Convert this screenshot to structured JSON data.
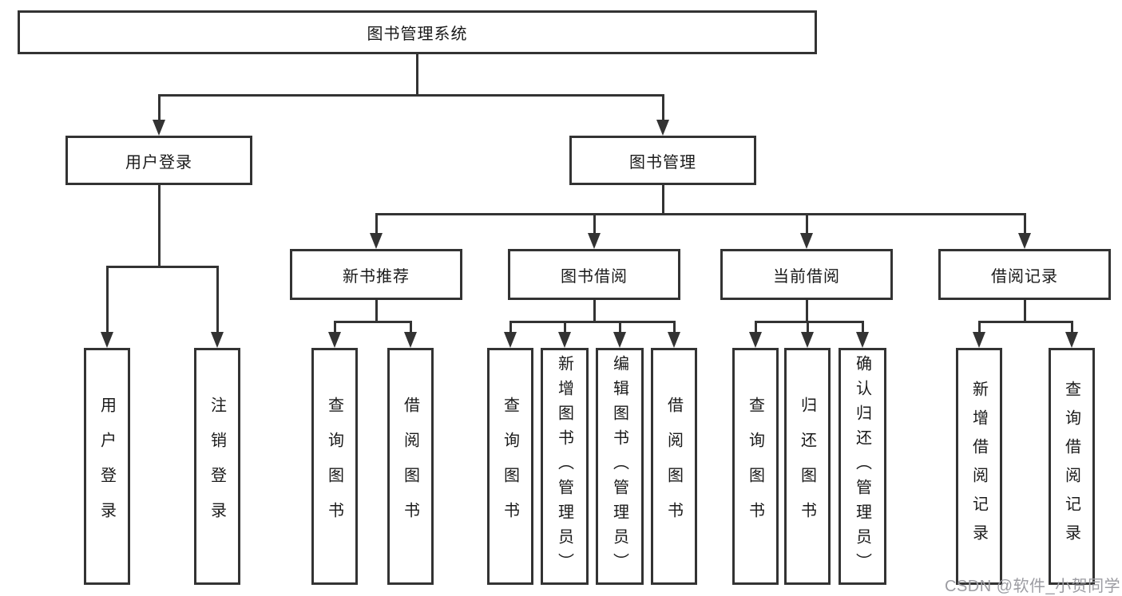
{
  "colors": {
    "line": "#333333",
    "box_border": "#333333",
    "box_fill": "#ffffff",
    "label_text": "#1a1a1a",
    "watermark_text": "#9c9ca2",
    "background": "#ffffff"
  },
  "watermark": {
    "text": "CSDN @软件_小贺同学"
  },
  "tree": {
    "root": {
      "label": "图书管理系统"
    },
    "children": [
      {
        "label": "用户登录",
        "children": [
          {
            "label": "用户登录"
          },
          {
            "label": "注销登录"
          }
        ]
      },
      {
        "label": "图书管理",
        "children": [
          {
            "label": "新书推荐",
            "children": [
              {
                "label": "查询图书"
              },
              {
                "label": "借阅图书"
              }
            ]
          },
          {
            "label": "图书借阅",
            "children": [
              {
                "label": "查询图书"
              },
              {
                "label": "新增图书（管理员）"
              },
              {
                "label": "编辑图书（管理员）"
              },
              {
                "label": "借阅图书"
              }
            ]
          },
          {
            "label": "当前借阅",
            "children": [
              {
                "label": "查询图书"
              },
              {
                "label": "归还图书"
              },
              {
                "label": "确认归还（管理员）"
              }
            ]
          },
          {
            "label": "借阅记录",
            "children": [
              {
                "label": "新增借阅记录"
              },
              {
                "label": "查询借阅记录"
              }
            ]
          }
        ]
      }
    ]
  }
}
